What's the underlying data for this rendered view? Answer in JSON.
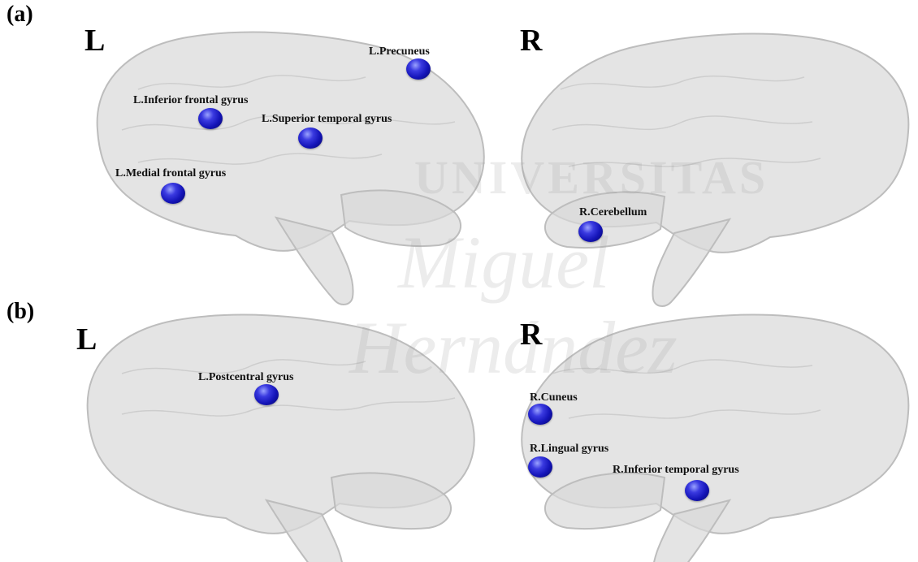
{
  "panels": {
    "a": {
      "label": "(a)",
      "left_hemisphere": {
        "label": "L",
        "regions": [
          "L.Precuneus",
          "L.Inferior frontal gyrus",
          "L.Superior temporal gyrus",
          "L.Medial frontal gyrus"
        ]
      },
      "right_hemisphere": {
        "label": "R",
        "regions": [
          "R.Cerebellum"
        ]
      }
    },
    "b": {
      "label": "(b)",
      "left_hemisphere": {
        "label": "L",
        "regions": [
          "L.Postcentral gyrus"
        ]
      },
      "right_hemisphere": {
        "label": "R",
        "regions": [
          "R.Cuneus",
          "R.Lingual gyrus",
          "R.Inferior temporal gyrus"
        ]
      }
    }
  },
  "watermark": {
    "lines": [
      "UNIVERSITAS",
      "Miguel",
      "Hernández"
    ]
  },
  "colors": {
    "node": "#1818c0",
    "brain_fill": "#d9d9d9",
    "brain_outline": "#bdbdbd",
    "text": "#000000"
  }
}
